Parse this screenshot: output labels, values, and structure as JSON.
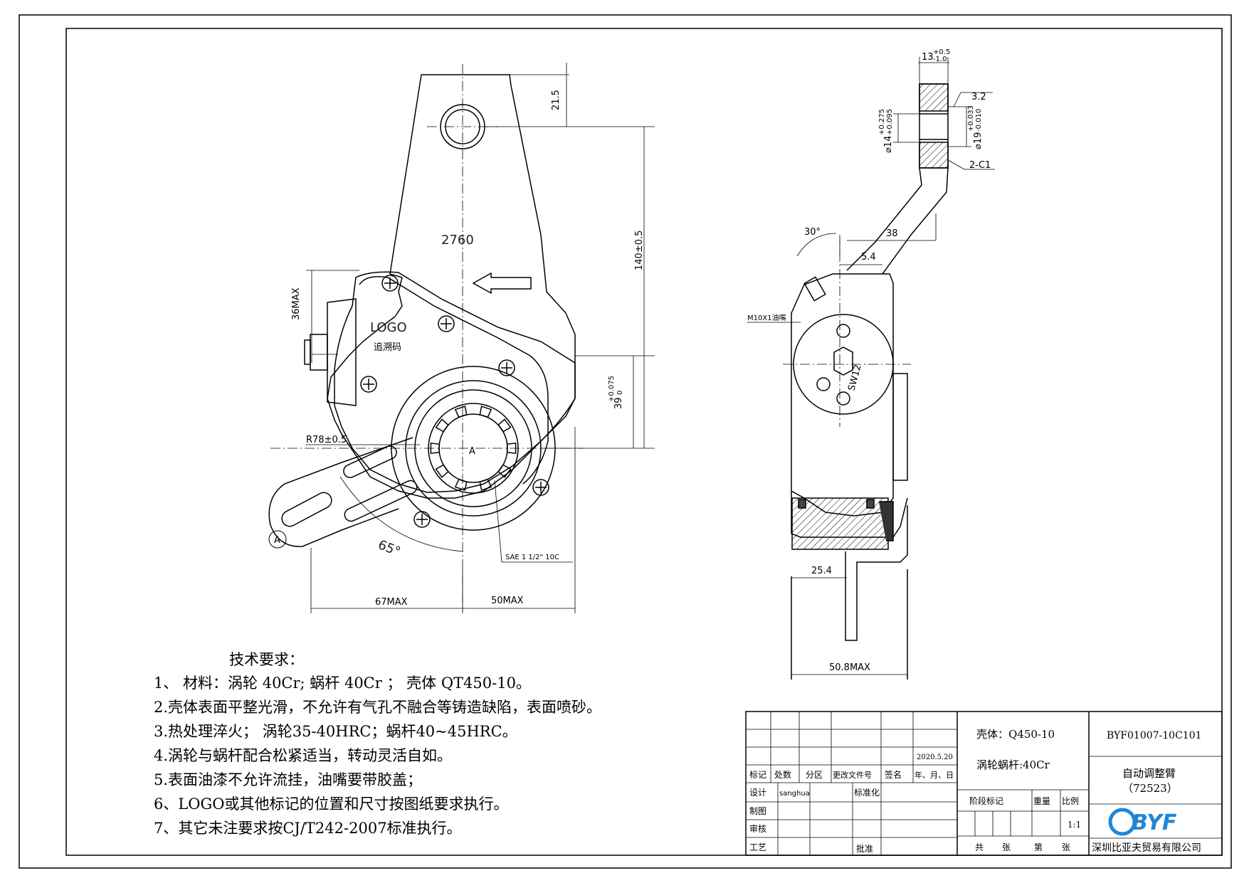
{
  "dims": {
    "d21_5": "21.5",
    "d140": "140±0.5",
    "d36max": "36MAX",
    "d2760": "2760",
    "logo": "LOGO",
    "trace_code": "追溯码",
    "d39": "39",
    "d39_tol": "+0.075",
    "d39_tol2": "0",
    "r78": "R78±0.5",
    "a_mark": "A",
    "a_circle": "A",
    "angle65": "65°",
    "sae": "SAE 1 1/2\" 10C",
    "d67max": "67MAX",
    "d50max": "50MAX",
    "d13": "13",
    "d13_tol": "+0.5",
    "d13_tol2": "-1.0",
    "rough": "3.2",
    "d14": "⌀14",
    "d14_tol": "+0.275",
    "d14_tol2": "+0.095",
    "d19": "⌀19",
    "d19_tol": "+0.033",
    "d19_tol2": "-0.010",
    "chamfer": "2-C1",
    "angle30": "30°",
    "d38": "38",
    "d5_4": "5.4",
    "m10": "M10X1油嘴",
    "sw12": "SW12",
    "d25_4": "25.4",
    "d50_8": "50.8MAX"
  },
  "notes": {
    "title": "技术要求：",
    "items": [
      "1、 材料：涡轮 40Cr; 蜗杆 40Cr ； 壳体 QT450-10。",
      "2.壳体表面平整光滑，不允许有气孔不融合等铸造缺陷，表面喷砂。",
      "3.热处理淬火； 涡轮35-40HRC；蜗杆40~45HRC。",
      "4.涡轮与蜗杆配合松紧适当，转动灵活自如。",
      "5.表面油漆不允许流挂，油嘴要带胶盖；",
      "6、LOGO或其他标记的位置和尺寸按图纸要求执行。",
      "7、其它未注要求按CJ/T242-2007标准执行。"
    ]
  },
  "title_block": {
    "date": "2020.5.20",
    "headers": [
      "标记",
      "处数",
      "分区",
      "更改文件号",
      "签名",
      "年、月、日"
    ],
    "design": "设计",
    "designer": "sanghua",
    "standard": "标准化",
    "draw": "制图",
    "review": "审核",
    "process": "工艺",
    "approve": "批准",
    "material1": "壳体：Q450-10",
    "material2": "涡轮蜗杆:40Cr",
    "stage": "阶段标记",
    "weight": "重量",
    "ratio": "比例",
    "scale": "1:1",
    "total": "共",
    "sheets": "张",
    "sheet_no": "第",
    "sheet_unit": "张",
    "code": "BYF01007-10C101",
    "part_name": "自动调整臂",
    "part_no": "（72523）",
    "brand": "BYF",
    "company": "深圳比亚夫贸易有限公司"
  }
}
